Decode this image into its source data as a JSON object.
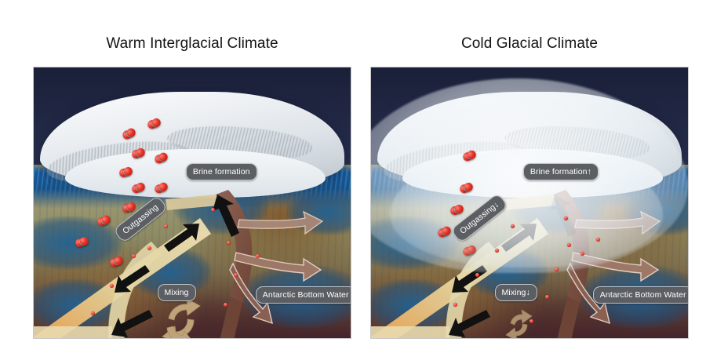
{
  "figure": {
    "panels": [
      {
        "id": "warm",
        "title": "Warm Interglacial Climate",
        "labels": {
          "brine": "Brine formation",
          "outgassing": "Outgassing",
          "mixing": "Mixing",
          "aabw": "Antarctic Bottom Water"
        },
        "sea_ice_extent": "minimal",
        "co2_molecule_count": 11,
        "mixing_strength": "strong"
      },
      {
        "id": "cold",
        "title": "Cold Glacial Climate",
        "labels": {
          "brine": "Brine formation↑",
          "outgassing": "Outgassing↓",
          "mixing": "Mixing↓",
          "aabw": "Antarctic Bottom Water"
        },
        "sea_ice_extent": "expanded",
        "co2_molecule_count": 5,
        "mixing_strength": "weak"
      }
    ],
    "legend_semantics": {
      "co2_molecule": "carbon-dioxide molecule (red oxygen, gray carbon)",
      "upwelling_band": "upwelling circumpolar deep water",
      "downwelling_band": "dense brine-driven downwelling",
      "bottom_water_arrows": "Antarctic Bottom Water outflow",
      "mixing_arrows": "vertical mixing circulation"
    },
    "colors": {
      "sky": "#232a47",
      "ice": "#eef1f4",
      "shelf_blue": "#1d5e9e",
      "seabed_tan": "#8d8a63",
      "seabed_deep": "#45232a",
      "upwelling_warm": "#f08a36",
      "upwelling_cool": "#e9dcb0",
      "downwelling": "#7d5244",
      "co2_red": "#e43226",
      "co2_gray": "#9aa0a5",
      "label_pill": "#5b5f63",
      "title_text": "#131313",
      "panel_border": "#c8c8c8"
    }
  }
}
